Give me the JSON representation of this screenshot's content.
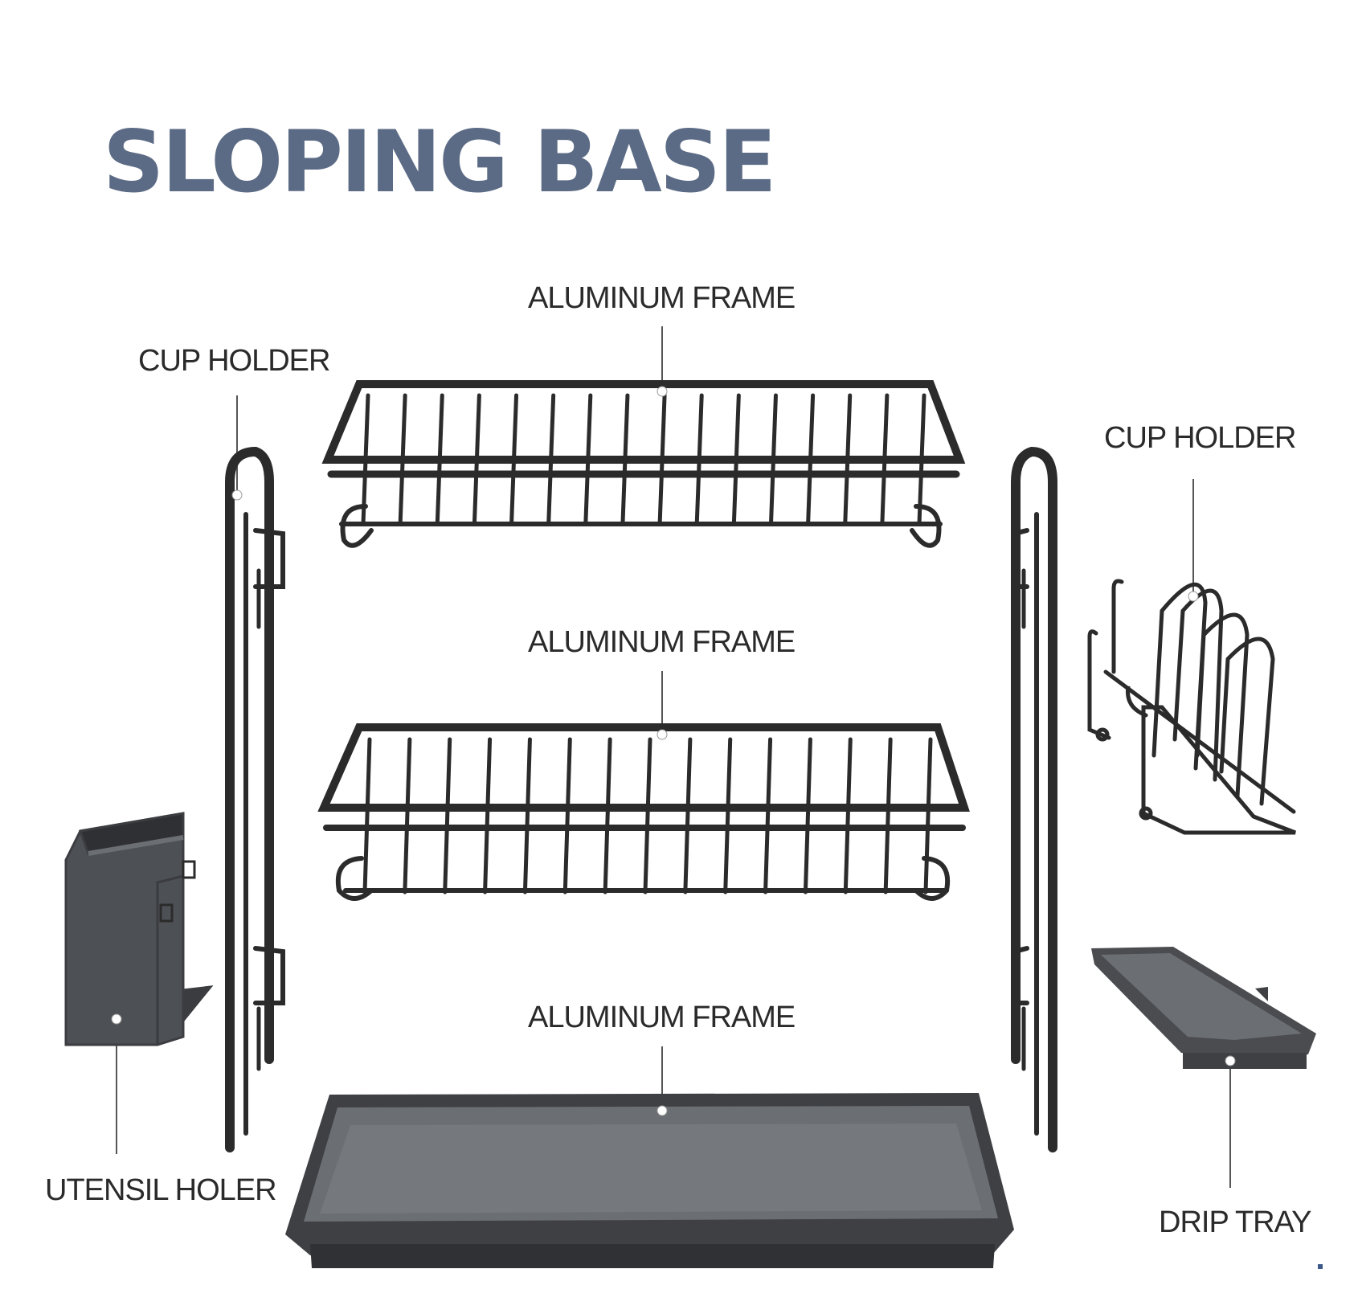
{
  "title": "SLOPING BASE",
  "labels": {
    "frame_top": "ALUMINUM FRAME",
    "frame_middle": "ALUMINUM FRAME",
    "frame_bottom": "ALUMINUM FRAME",
    "cup_holder_left": "CUP HOLDER",
    "cup_holder_right": "CUP HOLDER",
    "utensil_holder": "UTENSIL HOLER",
    "drip_tray": "DRIP TRAY"
  },
  "colors": {
    "title": "#5c6b85",
    "wire": "#2b2b2b",
    "plastic": "#4a4c50",
    "plastic_light": "#6b6e73"
  }
}
